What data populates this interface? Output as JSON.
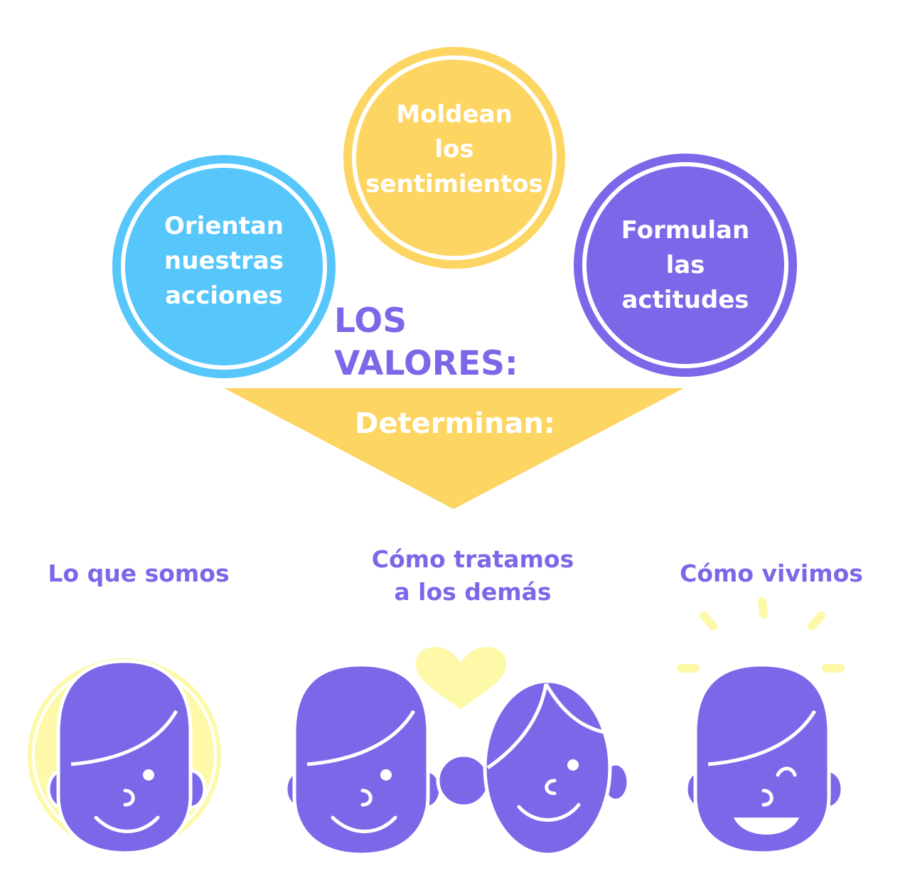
{
  "circles": {
    "top": {
      "text": "Moldean\nlos\nsentimientos",
      "color": "#FDD562"
    },
    "left": {
      "text": "Orientan\nnuestras\nacciones",
      "color": "#56C6FB"
    },
    "right": {
      "text": "Formulan\nlas\nactitudes",
      "color": "#7B68E8"
    }
  },
  "title": "LOS VALORES:",
  "arrow": {
    "label": "Determinan:",
    "color": "#FDD562"
  },
  "labels": {
    "left": "Lo que somos",
    "center": "Cómo tratamos\na los demás",
    "right": "Cómo vivimos"
  },
  "colors": {
    "purple": "#7B68E8",
    "light_yellow": "#FDF9A8",
    "yellow": "#FDD562"
  },
  "icons": [
    "person-face-icon",
    "heart-icon",
    "smiling-couple-icon",
    "winking-face-icon",
    "sparkle-rays-icon"
  ]
}
